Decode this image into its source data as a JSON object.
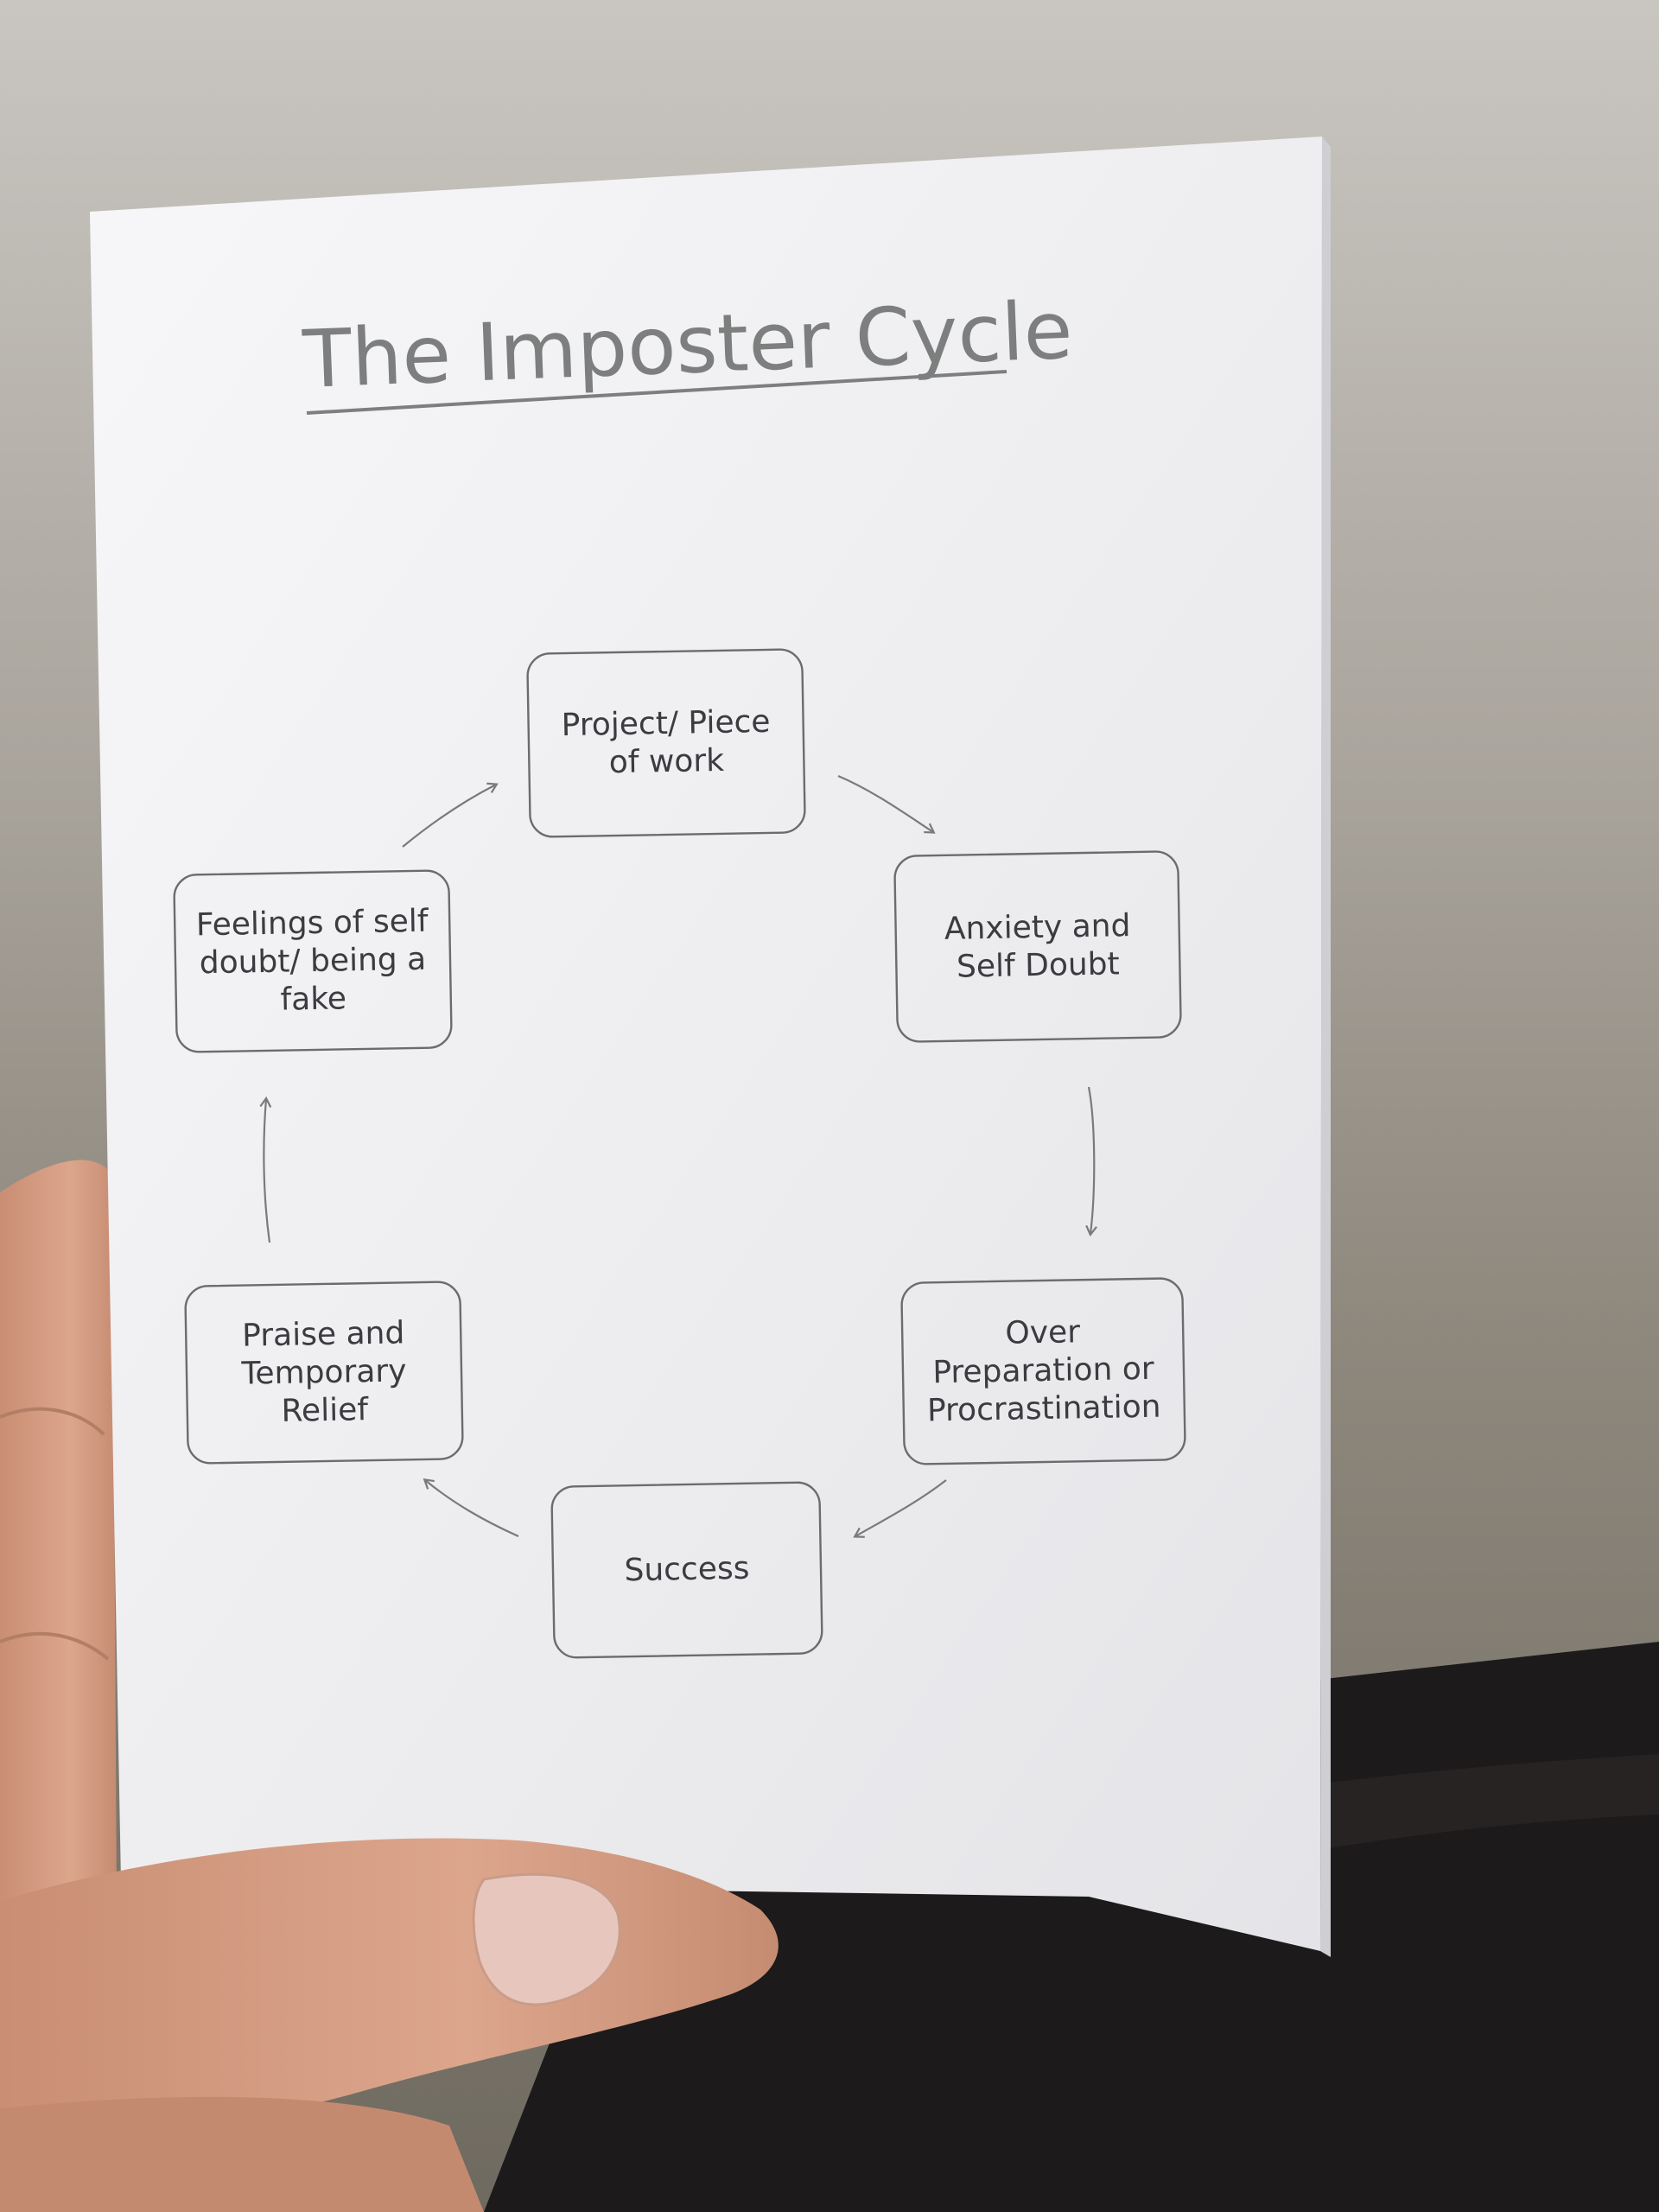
{
  "diagram": {
    "title": "The Imposter Cycle",
    "nodes": [
      {
        "id": "project",
        "label": "Project/ Piece\nof work"
      },
      {
        "id": "anxiety",
        "label": "Anxiety and\nSelf Doubt"
      },
      {
        "id": "over-prep",
        "label": "Over\nPreparation or\nProcrastination"
      },
      {
        "id": "success",
        "label": "Success"
      },
      {
        "id": "praise",
        "label": "Praise and\nTemporary\nRelief"
      },
      {
        "id": "feelings",
        "label": "Feelings of self\ndoubt/ being a\nfake"
      }
    ],
    "edges": [
      {
        "from": "project",
        "to": "anxiety"
      },
      {
        "from": "anxiety",
        "to": "over-prep"
      },
      {
        "from": "over-prep",
        "to": "success"
      },
      {
        "from": "success",
        "to": "praise"
      },
      {
        "from": "praise",
        "to": "feelings"
      },
      {
        "from": "feelings",
        "to": "project"
      }
    ]
  },
  "colors": {
    "paper": "#f1f1f3",
    "ink": "#3d3b40",
    "title": "#7d7f7f",
    "box_border": "#6b6b70",
    "arrow": "#7a797e",
    "skin": "#d6a188",
    "couch": "#1a1818"
  }
}
